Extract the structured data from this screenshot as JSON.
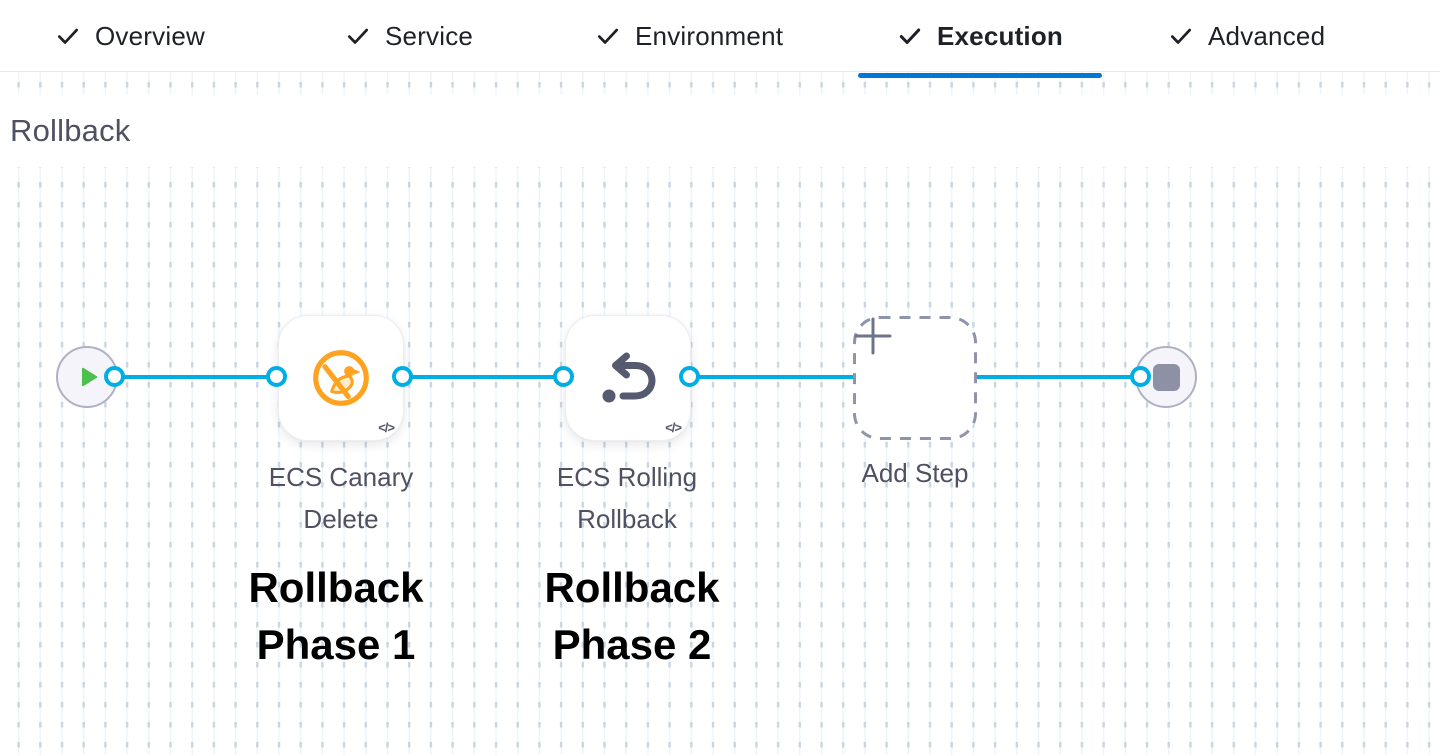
{
  "tabs": [
    {
      "label": "Overview",
      "checked": true,
      "active": false
    },
    {
      "label": "Service",
      "checked": true,
      "active": false
    },
    {
      "label": "Environment",
      "checked": true,
      "active": false
    },
    {
      "label": "Execution",
      "checked": true,
      "active": true
    },
    {
      "label": "Advanced",
      "checked": true,
      "active": false
    }
  ],
  "section": {
    "title": "Rollback"
  },
  "canvas": {
    "start_node": {
      "icon": "play-icon"
    },
    "steps": [
      {
        "name": "ECS Canary Delete",
        "icon": "ecs-canary-delete-icon",
        "code_badge": "</>",
        "annotation": "Rollback Phase 1"
      },
      {
        "name": "ECS Rolling Rollback",
        "icon": "ecs-rolling-rollback-icon",
        "code_badge": "</>",
        "annotation": "Rollback Phase 2"
      }
    ],
    "add_step": {
      "label": "Add Step",
      "icon": "plus-icon"
    },
    "end_node": {
      "icon": "stop-icon"
    }
  },
  "colors": {
    "connector_blue": "#00ADE4",
    "active_tab_blue": "#0278D5",
    "canary_orange": "#FFA21F",
    "play_green": "#4DC04E",
    "slate_text": "#4F5162",
    "node_gray": "#8E90A6"
  }
}
